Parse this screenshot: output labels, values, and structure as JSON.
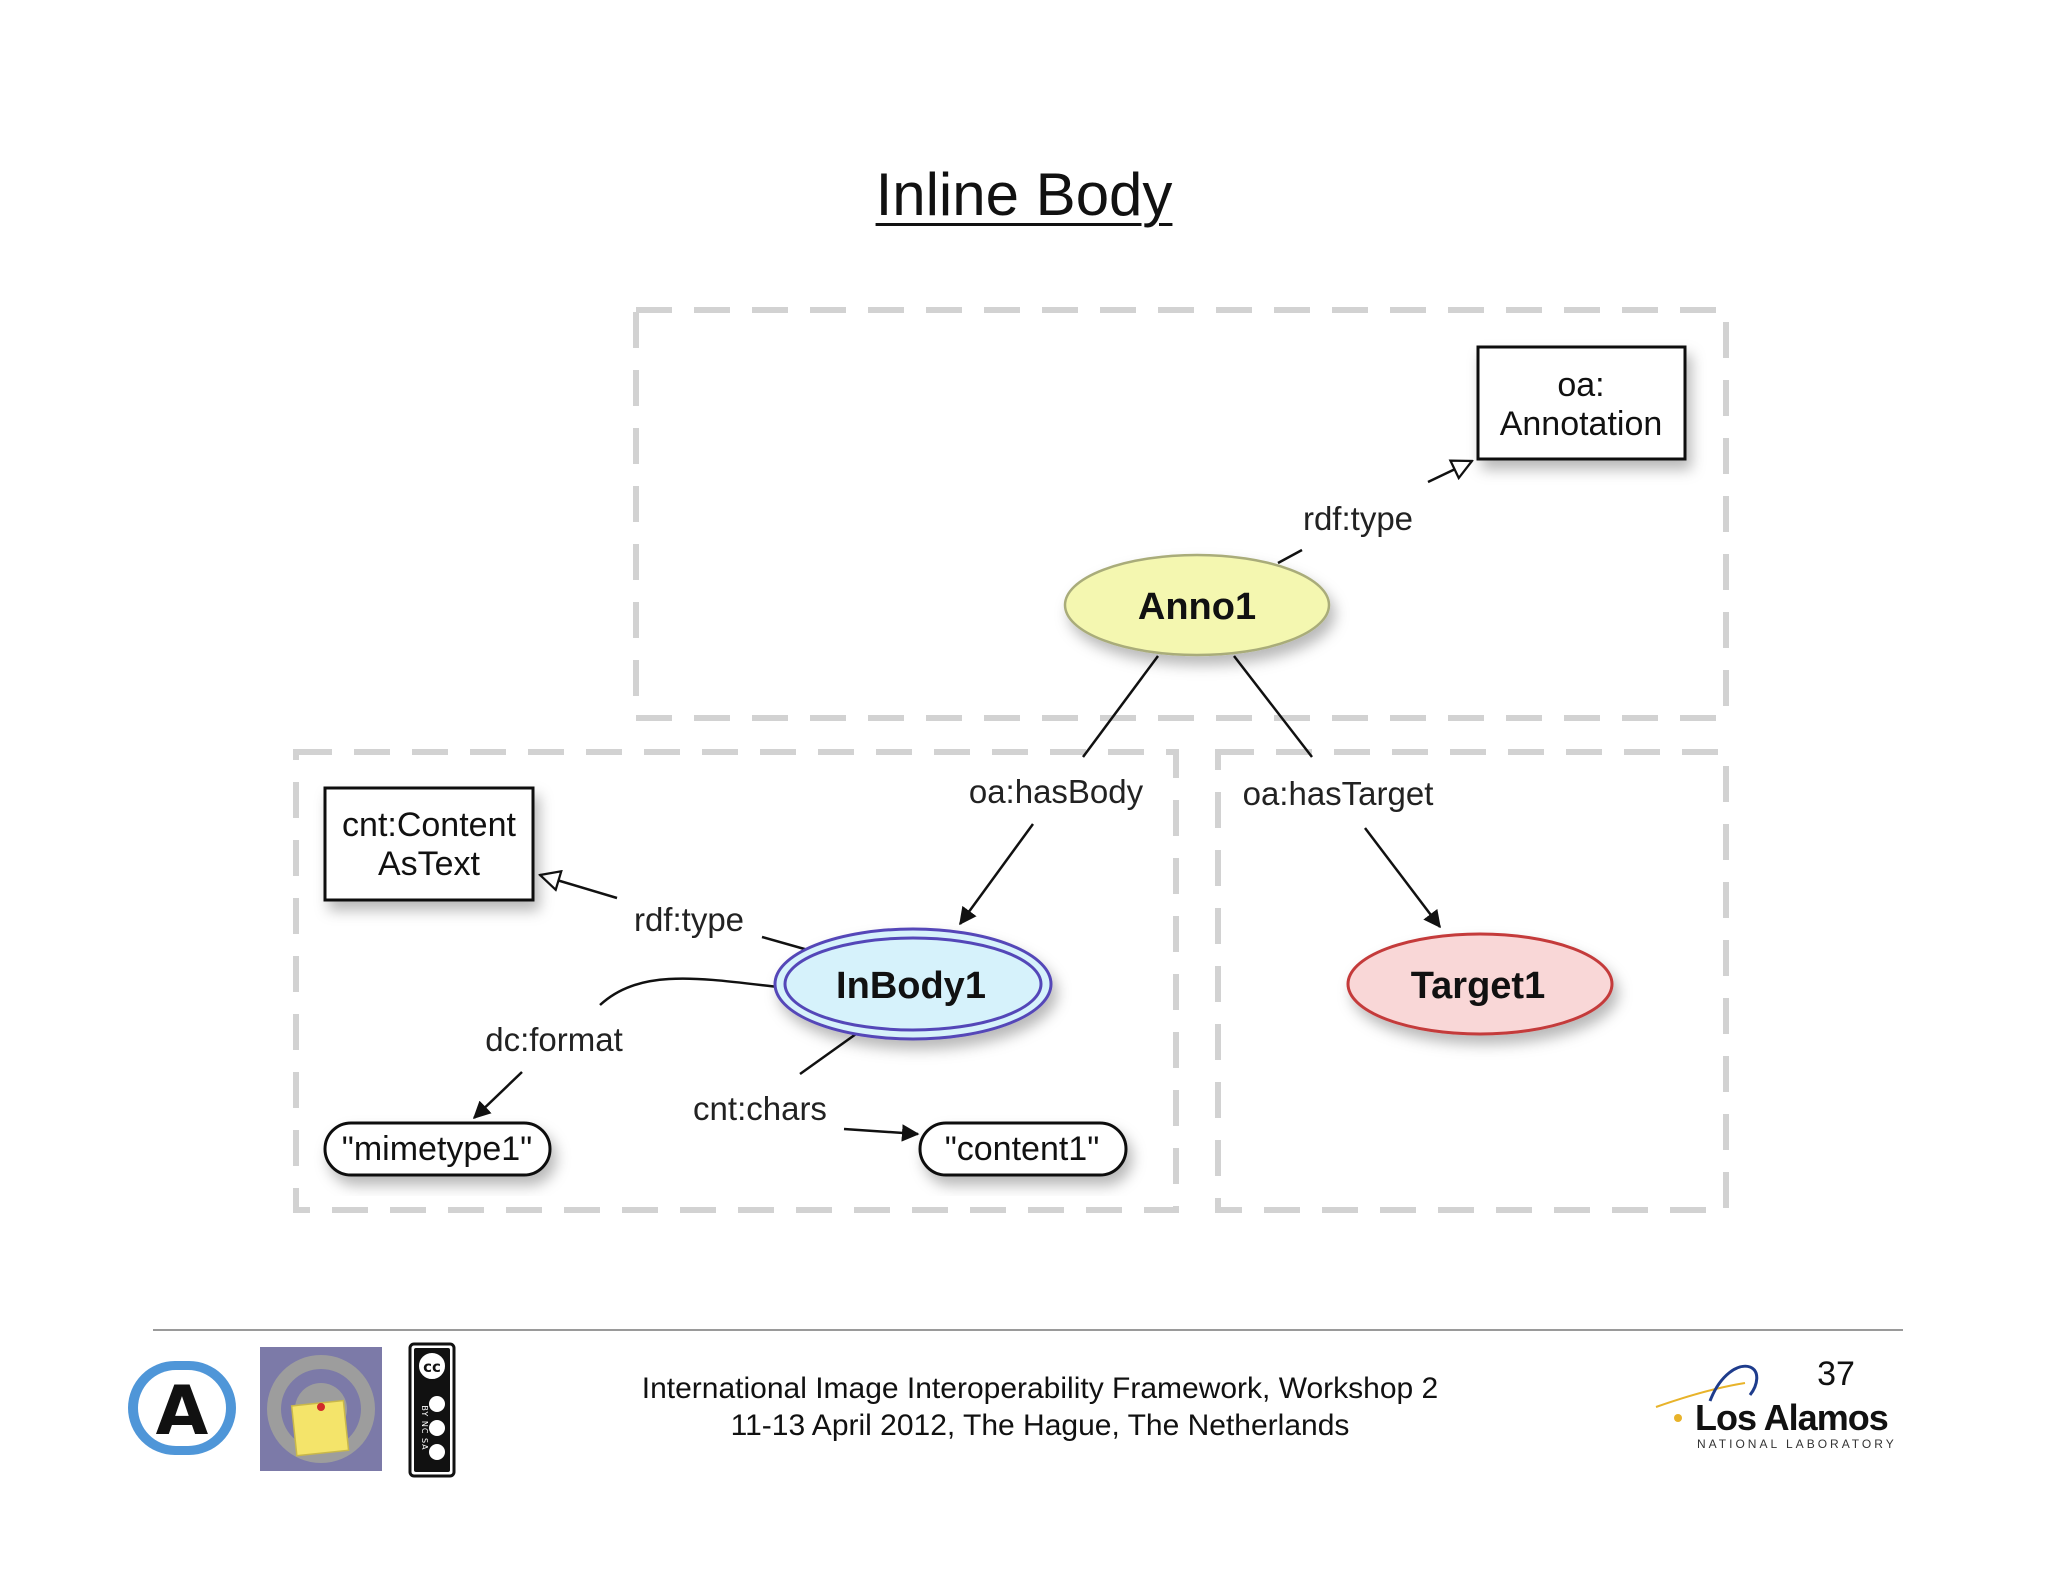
{
  "slide": {
    "title": "Inline Body",
    "page_number": "37"
  },
  "diagram": {
    "nodes": {
      "oa_annotation": {
        "line1": "oa:",
        "line2": "Annotation"
      },
      "cnt_content_as_text": {
        "line1": "cnt:Content",
        "line2": "AsText"
      },
      "anno1": "Anno1",
      "inbody1": "InBody1",
      "target1": "Target1",
      "mimetype1": "\"mimetype1\"",
      "content1": "\"content1\""
    },
    "edges": {
      "anno_rdf_type": "rdf:type",
      "has_body": "oa:hasBody",
      "has_target": "oa:hasTarget",
      "body_rdf_type": "rdf:type",
      "dc_format": "dc:format",
      "cnt_chars": "cnt:chars"
    },
    "colors": {
      "anno_fill": "#f4f7b0",
      "body_fill": "#d6f2fb",
      "body_stroke": "#5447b8",
      "target_fill": "#f9d7d7",
      "target_stroke": "#c43a3a",
      "group_border": "#d2d2d2"
    }
  },
  "footer": {
    "line1": "International Image Interoperability Framework, Workshop 2",
    "line2": "11-13 April 2012, The Hague, The Netherlands",
    "logos": {
      "annotation_logo_letter": "A",
      "cc_license_text": "BY NC SA",
      "lanl_name": "Los Alamos",
      "lanl_subtitle": "NATIONAL LABORATORY"
    }
  }
}
